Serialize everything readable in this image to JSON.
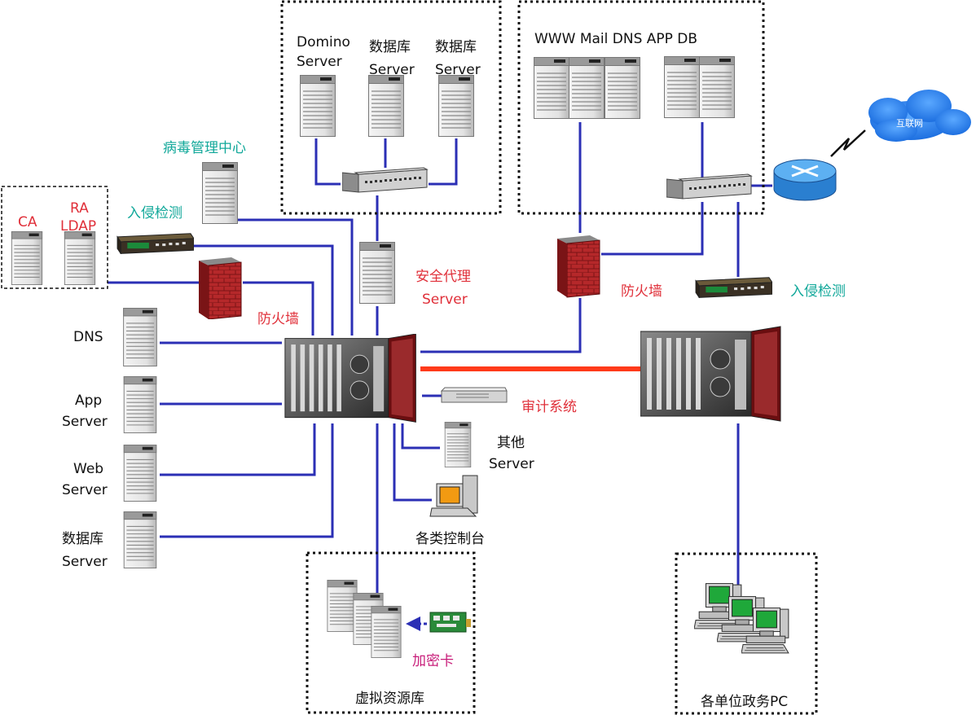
{
  "colors": {
    "link": "#2b2fb5",
    "trunk": "#ff3a1a",
    "red_label": "#e0303a",
    "teal_label": "#12a89a",
    "cloud": "#2f86ef",
    "firewall": "#b5282a"
  },
  "icons": [
    "server-tower-icon",
    "switch-icon",
    "firewall-icon",
    "ids-device-icon",
    "router-icon",
    "cloud-icon",
    "core-switch-chassis-icon",
    "pc-workstation-icon",
    "audit-appliance-icon",
    "encryption-card-icon"
  ],
  "labels": {
    "domino_1": "Domino",
    "domino_2": "Server",
    "db_a_1": "数据库",
    "db_a_2": "Server",
    "db_b_1": "数据库",
    "db_b_2": "Server",
    "dmz_names": "WWW  Mail  DNS  APP  DB",
    "virus_center": "病毒管理中心",
    "ca": "CA",
    "ra": "RA",
    "ldap": "LDAP",
    "ids_left": "入侵检测",
    "firewall_left": "防火墙",
    "security_proxy_1": "安全代理",
    "security_proxy_2": "Server",
    "firewall_right": "防火墙",
    "ids_right": "入侵检测",
    "internet": "互联网",
    "dns": "DNS",
    "app_1": "App",
    "app_2": "Server",
    "web_1": "Web",
    "web_2": "Server",
    "db_c_1": "数据库",
    "db_c_2": "Server",
    "audit": "审计系统",
    "other_1": "其他",
    "other_2": "Server",
    "console": "各类控制台",
    "crypto_card": "加密卡",
    "virtual_pool": "虚拟资源库",
    "unit_pc": "各单位政务PC"
  }
}
